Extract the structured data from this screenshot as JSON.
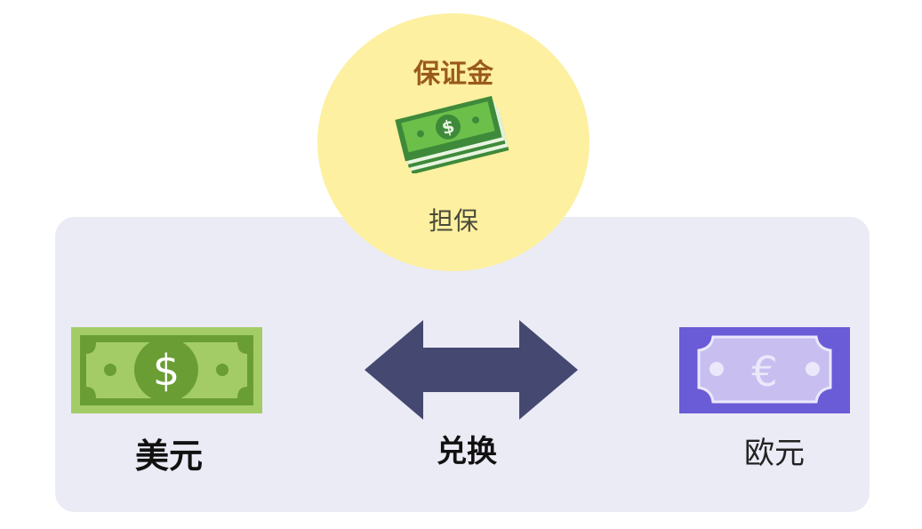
{
  "diagram": {
    "collateral": {
      "title": "保证金",
      "subtitle": "担保",
      "icon": "money-stack-icon",
      "title_color": "#9a5a1c",
      "circle_color": "#fdf0a0"
    },
    "left_currency": {
      "label": "美元",
      "icon": "dollar-bill-icon",
      "symbol": "$",
      "colors": {
        "outer": "#a3cc67",
        "inner": "#6a9e35"
      }
    },
    "exchange": {
      "label": "兑换",
      "icon": "double-arrow-icon",
      "color": "#454870"
    },
    "right_currency": {
      "label": "欧元",
      "icon": "euro-bill-icon",
      "symbol": "€",
      "colors": {
        "outer": "#6a5bd6",
        "inner": "#c8bff0"
      }
    },
    "panel_color": "#ebebf6"
  }
}
